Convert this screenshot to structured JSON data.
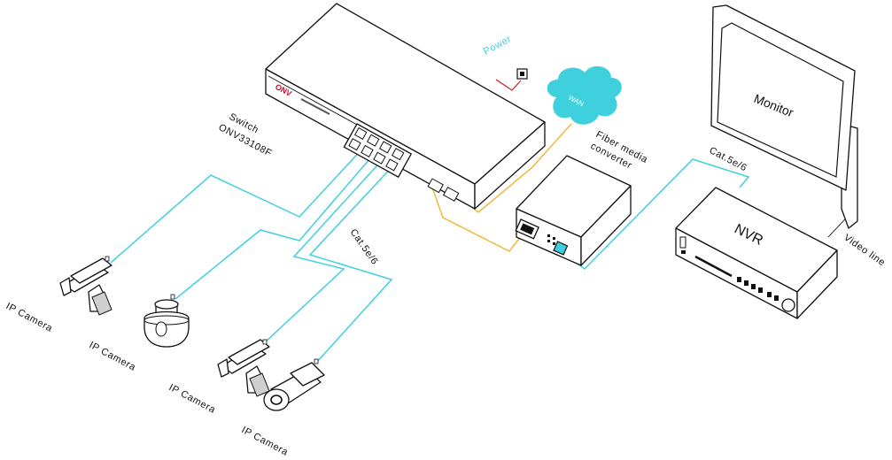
{
  "labels": {
    "power": "Power",
    "wan": "WAN",
    "switch_line1": "Switch",
    "switch_line2": "ONV33108F",
    "fiber_line1": "Fiber media",
    "fiber_line2": "converter",
    "monitor": "Monitor",
    "nvr": "NVR",
    "video_line": "Video line",
    "cable_left": "Cat.5e/6",
    "cable_right": "Cat.5e/6",
    "camera1": "IP Camera",
    "camera2": "IP Camera",
    "camera3": "IP Camera",
    "camera4": "IP Camera",
    "brand": "ONV"
  },
  "colors": {
    "ethernet_cable": "#3fd0de",
    "fiber_cable": "#f0b93a",
    "power_cable": "#d11a1a",
    "outline": "#111111"
  }
}
